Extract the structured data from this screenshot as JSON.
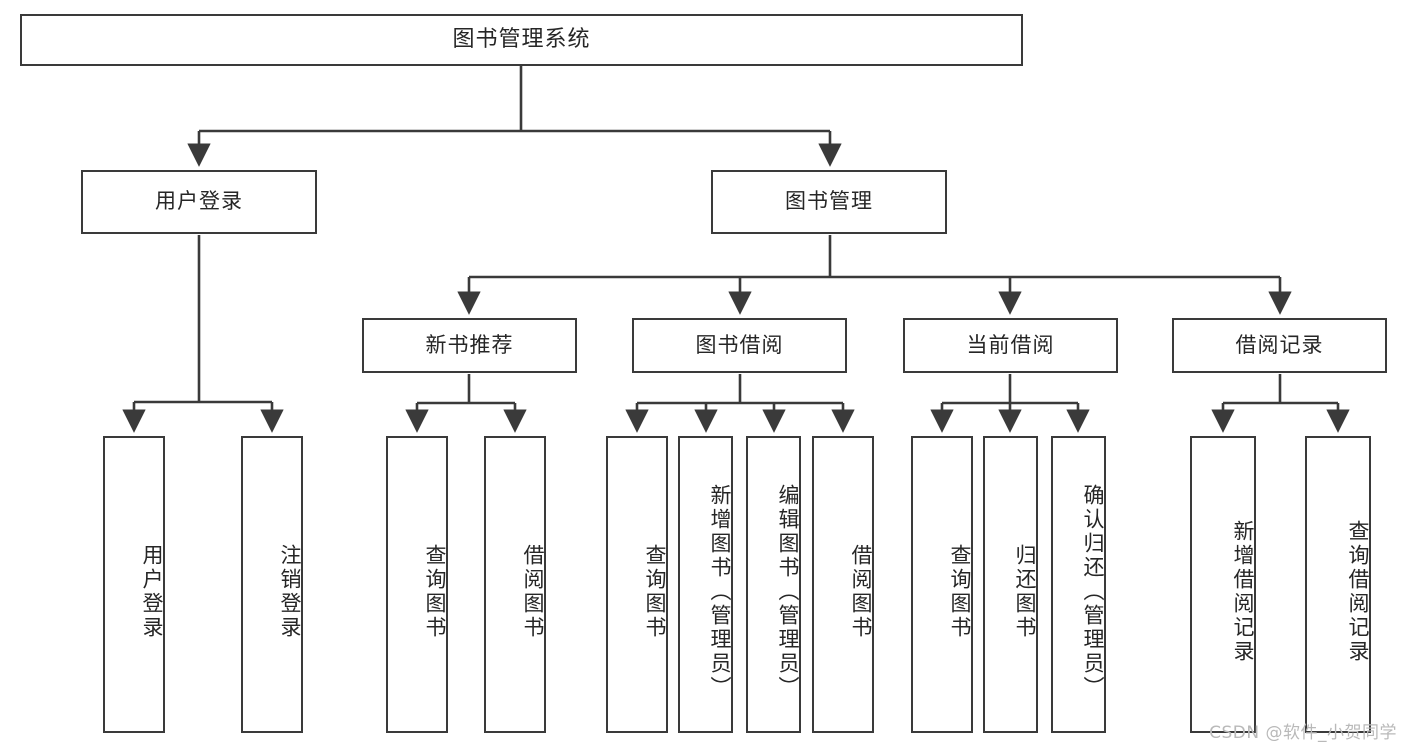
{
  "diagram": {
    "title": "图书管理系统",
    "type": "tree-hierarchy",
    "orientation": "top-down",
    "colors": {
      "node_border": "#3a3a3a",
      "node_fill": "#ffffff",
      "edge": "#3a3a3a",
      "text": "#262626",
      "watermark": "#b9b9b9",
      "background": "#ffffff"
    },
    "nodes": {
      "root": {
        "label": "图书管理系统"
      },
      "level2": [
        {
          "id": "user-login",
          "label": "用户登录"
        },
        {
          "id": "book-management",
          "label": "图书管理"
        }
      ],
      "level3": [
        {
          "id": "new-book-recommend",
          "label": "新书推荐"
        },
        {
          "id": "book-borrow",
          "label": "图书借阅"
        },
        {
          "id": "current-borrow",
          "label": "当前借阅"
        },
        {
          "id": "borrow-record",
          "label": "借阅记录"
        }
      ],
      "leaves": {
        "user-login": [
          {
            "id": "leaf-user-login",
            "label": "用户登录"
          },
          {
            "id": "leaf-logout-login",
            "label": "注销登录"
          }
        ],
        "new-book-recommend": [
          {
            "id": "leaf-query-book-1",
            "label": "查询图书"
          },
          {
            "id": "leaf-borrow-book-1",
            "label": "借阅图书"
          }
        ],
        "book-borrow": [
          {
            "id": "leaf-query-book-2",
            "label": "查询图书"
          },
          {
            "id": "leaf-add-book",
            "label": "新增图书（管理员）"
          },
          {
            "id": "leaf-edit-book",
            "label": "编辑图书（管理员）"
          },
          {
            "id": "leaf-borrow-book-2",
            "label": "借阅图书"
          }
        ],
        "current-borrow": [
          {
            "id": "leaf-query-book-3",
            "label": "查询图书"
          },
          {
            "id": "leaf-return-book",
            "label": "归还图书"
          },
          {
            "id": "leaf-confirm-return",
            "label": "确认归还（管理员）"
          }
        ],
        "borrow-record": [
          {
            "id": "leaf-add-record",
            "label": "新增借阅记录"
          },
          {
            "id": "leaf-query-record",
            "label": "查询借阅记录"
          }
        ]
      }
    },
    "watermark": "CSDN @软件_小贺同学"
  }
}
